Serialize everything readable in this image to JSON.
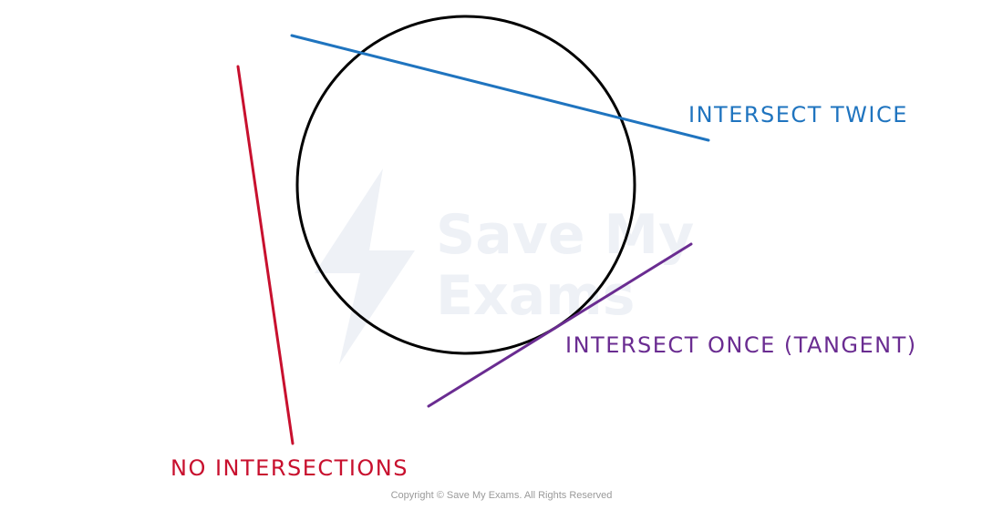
{
  "labels": {
    "intersect_twice": "INTERSECT TWICE",
    "intersect_once": "INTERSECT ONCE (TANGENT)",
    "no_intersections": "NO INTERSECTIONS"
  },
  "watermark": {
    "line1": "Save My",
    "line2": "Exams"
  },
  "footer": {
    "copyright": "Copyright © Save My Exams. All Rights Reserved"
  },
  "colors": {
    "circle": "#000000",
    "twice": "#1f74bf",
    "tangent": "#6a2c91",
    "none": "#c8102e",
    "watermark": "#eef1f6"
  }
}
